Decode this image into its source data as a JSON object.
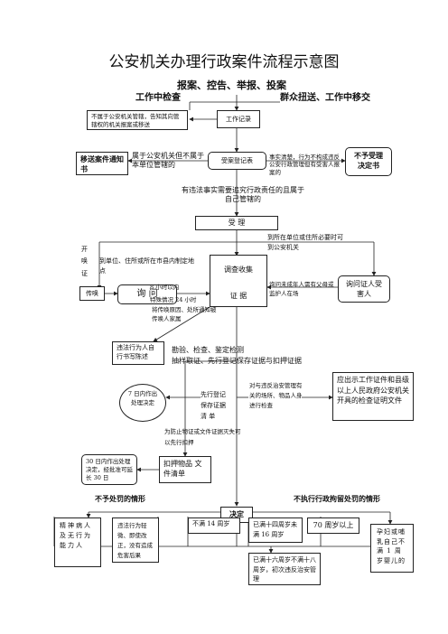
{
  "title": "公安机关办理行政案件流程示意图",
  "top": {
    "sources": "报案、控告、举报、投案",
    "left_label": "工作中检查",
    "right_label": "群众扭送、工作中移交"
  },
  "nodes": {
    "not_jurisdiction_note": "不属于公安机关管辖，告知其向管辖权的机关报案或移送",
    "work_record": "工作记录",
    "transfer_notice": "移送案件通知书",
    "belongs_other": "属于公安机关但不属于本单位管辖的",
    "case_register": "受案登记表",
    "not_violation": "事实清楚，行为不构成违反公安行政管理但有受害人报案的",
    "no_accept_decision": "不予受理决定书",
    "need_investigate": "有违法事实需要追究行政责任的且属于自己管辖的",
    "accept": "受  理",
    "summon_side": "开\n唤\n证",
    "at_unit_left": "到单位、住所或所在市县内制定地点",
    "at_unit_right": "到所在单位或住所必要时可到公安机关",
    "summon": "传唤",
    "inquiry": "询  问",
    "investigate": "调查收集",
    "evidence": "证    据",
    "within_8h": "8 小时以内\n特殊情况 24 小时",
    "notify_family": "将传唤原因、处所通知被传唤人家属",
    "minor_guardian": "询问未成年人需有父母或监护人在场",
    "inquire_victim": "询问证人受害人",
    "illegal_self_write": "违法行为人自行书写陈述",
    "inspect": "勘验、检查、鉴定检测\n抽样取证、先行登记保存证据与扣押证据",
    "seven_days": "7 日内作出处理决定",
    "preserve": "先行登记\n保存证据\n清    单",
    "search_places": "对与违反治安管理有关的场所、物品人身进行检查",
    "show_cert": "应出示工作证件和县级以上人民政府公安机关开具的检查证明文件",
    "prevent_destroy": "为防止物证或文件证据灭失可以先行扣押",
    "thirty_days": "30 日内作出处理决定，经批准可延长 30 日",
    "seized_list": "扣押物品\n文件清单",
    "no_penalty": "不予处罚的情形",
    "no_detention": "不执行行政拘留处罚的情形",
    "decision": "决定",
    "mental_ill": "精神病人及无行为能力人",
    "minor_offense": "违法行为轻微、即使改正，没有造成危害后果",
    "under_14": "不满 14 周岁",
    "age_14_16": "已满十四周岁未满 16 周岁",
    "over_70": "70 周岁以上",
    "pregnant": "孕妇或哺乳自己不满 1 周岁婴儿的",
    "age_16_18": "已满十六周岁不满十八周岁，初次违反治安管理"
  }
}
